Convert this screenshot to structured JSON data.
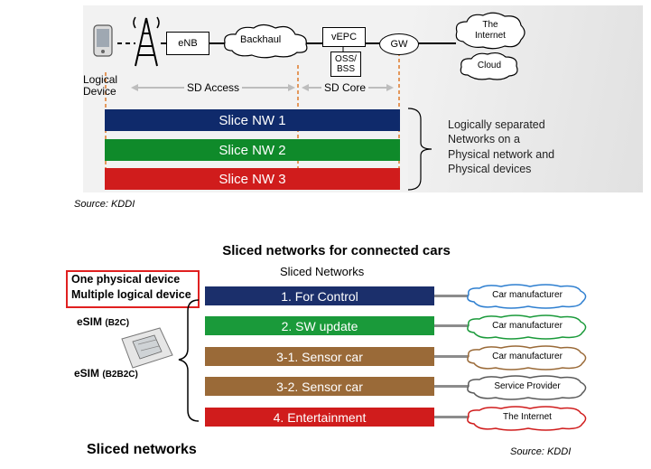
{
  "top_diagram": {
    "nodes": {
      "logical_device": "Logical\nDevice",
      "enb": "eNB",
      "backhaul": "Backhaul",
      "vepc": "vEPC",
      "oss_bss": "OSS/\nBSS",
      "gw": "GW",
      "internet": "The\nInternet",
      "cloud": "Cloud"
    },
    "ranges": {
      "sd_access": "SD Access",
      "sd_core": "SD Core"
    },
    "slices": [
      {
        "label": "Slice NW 1",
        "color": "#0f2a6b"
      },
      {
        "label": "Slice NW 2",
        "color": "#0f8a2a"
      },
      {
        "label": "Slice NW 3",
        "color": "#d01c1c"
      }
    ],
    "brace_note": "Logically separated\nNetworks on a\nPhysical network and\nPhysical devices",
    "source": "Source: KDDI"
  },
  "bottom_diagram": {
    "title": "Sliced networks for connected cars",
    "subtitle": "Sliced Networks",
    "device_note": "One physical device\nMultiple logical device",
    "esim_b2c": "eSIM",
    "esim_b2c_tag": "(B2C)",
    "esim_b2b2c": "eSIM",
    "esim_b2b2c_tag": "(B2B2C)",
    "slices": [
      {
        "label": "1. For Control",
        "color": "#1b2f6b",
        "cloud": "Car manufacturer",
        "cloud_color": "#2e7fd0"
      },
      {
        "label": "2. SW update",
        "color": "#1a9a3a",
        "cloud": "Car manufacturer",
        "cloud_color": "#1a9a3a"
      },
      {
        "label": "3-1. Sensor car",
        "color": "#9a6a38",
        "cloud": "Car manufacturer",
        "cloud_color": "#9a6a38"
      },
      {
        "label": "3-2. Sensor car",
        "color": "#9a6a38",
        "cloud": "Service Provider",
        "cloud_color": "#5a5a5a"
      },
      {
        "label": "4. Entertainment",
        "color": "#d01c1c",
        "cloud": "The Internet",
        "cloud_color": "#d01c1c"
      }
    ],
    "caption": "Sliced networks",
    "source": "Source: KDDI"
  }
}
